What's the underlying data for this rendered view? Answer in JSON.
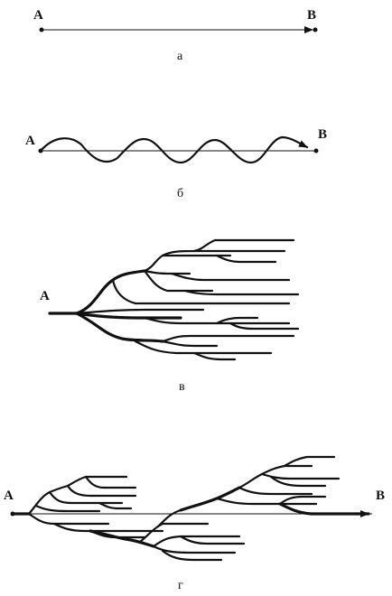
{
  "panels": {
    "a": {
      "start_label": "A",
      "end_label": "B",
      "caption": "а"
    },
    "b": {
      "start_label": "A",
      "end_label": "B",
      "caption": "б"
    },
    "v": {
      "start_label": "A",
      "caption": "в"
    },
    "g": {
      "start_label": "A",
      "end_label": "B",
      "caption": "г"
    }
  }
}
